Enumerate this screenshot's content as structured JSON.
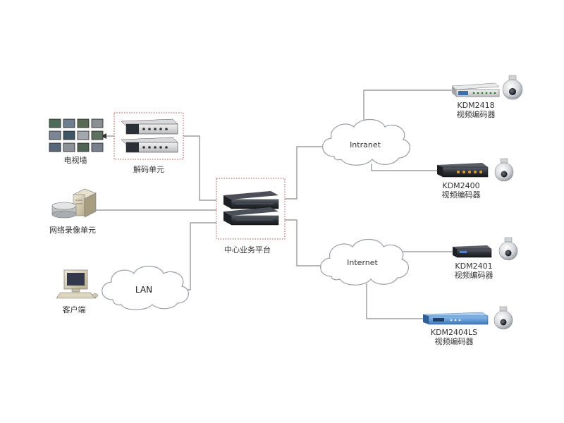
{
  "nodes": {
    "video_wall": {
      "label": "电视墙"
    },
    "decoder_unit": {
      "label": "解码单元"
    },
    "nvr_unit": {
      "label": "网络录像单元"
    },
    "central_platform": {
      "label": "中心业务平台"
    },
    "client": {
      "label": "客户端"
    },
    "lan": {
      "label": "LAN"
    },
    "intranet": {
      "label": "Intranet"
    },
    "internet": {
      "label": "Internet"
    },
    "encoders": [
      {
        "model": "KDM2418",
        "desc": "视频编码器"
      },
      {
        "model": "KDM2400",
        "desc": "视频编码器"
      },
      {
        "model": "KDM2401",
        "desc": "视频编码器"
      },
      {
        "model": "KDM2404LS",
        "desc": "视频编码器"
      }
    ]
  },
  "colors": {
    "wire": "#8a8a8a",
    "cloud_stroke": "#9aa0a6",
    "dotted_border": "#b04848",
    "device_dark": "#2b2f36",
    "device_blue": "#4a86c8"
  }
}
